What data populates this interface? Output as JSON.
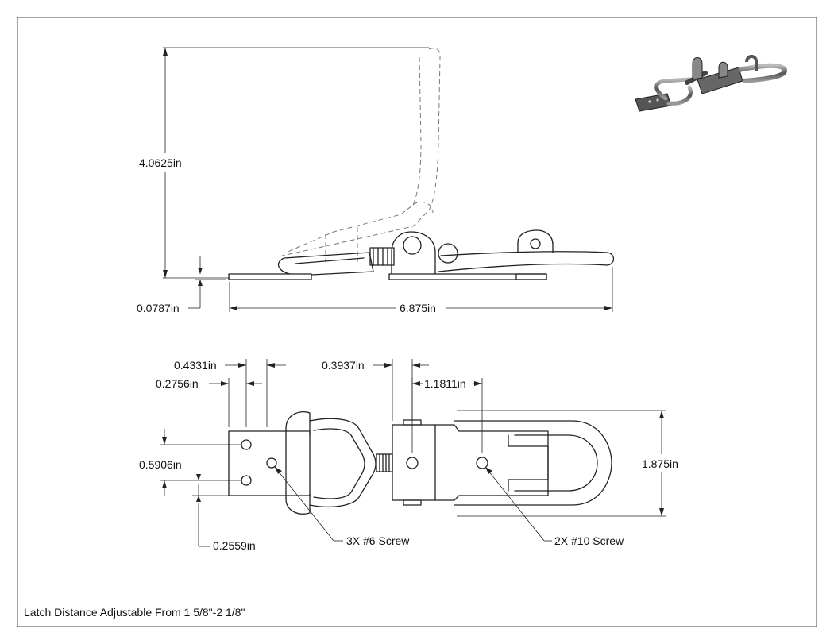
{
  "dimensions": {
    "height": "4.0625in",
    "thickness": "0.0787in",
    "overall_length": "6.875in",
    "hole_offset_a": "0.4331in",
    "hole_offset_b": "0.2756in",
    "hole_spacing_v": "0.5906in",
    "hole_edge_v": "0.2559in",
    "slot_offset": "0.3937in",
    "screw_spacing": "1.1811in",
    "overall_width": "1.875in"
  },
  "callouts": {
    "small_screws": "3X #6 Screw",
    "large_screws": "2X #10 Screw"
  },
  "note": "Latch Distance Adjustable From 1 5/8\"-2 1/8\""
}
